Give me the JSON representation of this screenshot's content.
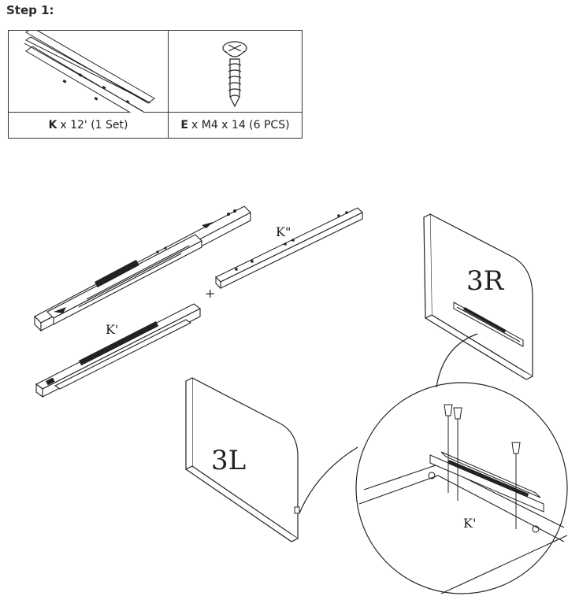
{
  "step_title": "Step 1:",
  "parts": [
    {
      "letter": "K",
      "desc": "x 12' (1 Set)",
      "icon": "drawer-slide-icon"
    },
    {
      "letter": "E",
      "desc": "x M4 x 14 (6 PCS)",
      "icon": "screw-icon"
    }
  ],
  "diagram_labels": {
    "k_double_prime": "K\"",
    "k_prime": "K'",
    "plus": "+",
    "panel_right": "3R",
    "panel_left": "3L",
    "detail_k_prime": "K'"
  }
}
